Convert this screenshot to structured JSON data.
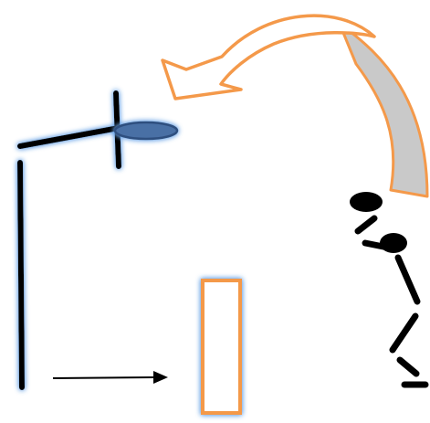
{
  "diagram": {
    "kind": "basketball-shot-sketch",
    "elements": [
      "basketball-hoop",
      "basketball-rim",
      "shot-arc-arrow",
      "player-stick-figure",
      "ball-held",
      "ground-direction-arrow",
      "target-box"
    ]
  },
  "colors": {
    "background": "#ffffff",
    "stroke": "#000000",
    "glow": "#6aa3e6",
    "rim_fill": "#4a6fa5",
    "rim_edge": "#2f4f7f",
    "arrow_fill": "#ffffff",
    "arrow_back_fill": "#c9c9c9",
    "arrow_outline": "#f4994a",
    "box_outline": "#f4994a"
  },
  "icons": {
    "hoop": "basketball-hoop-icon",
    "player": "stick-figure-icon",
    "ball": "ball-icon",
    "shot": "curved-arrow-icon"
  }
}
